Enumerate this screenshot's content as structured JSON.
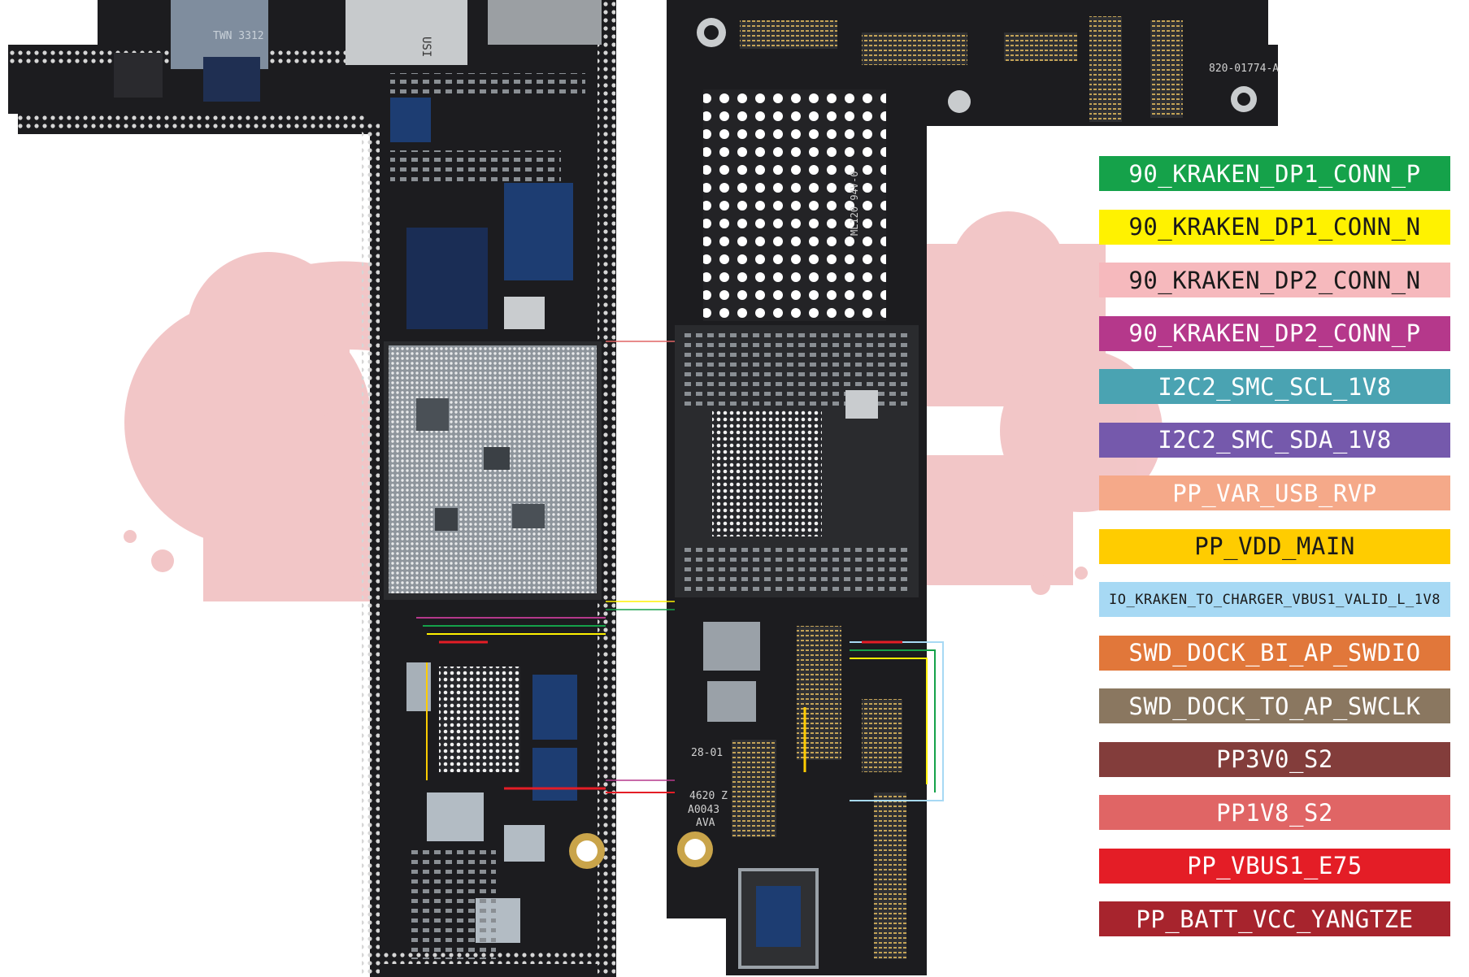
{
  "colors": {
    "background": "#ffffff",
    "watermark": "#f2c3c5",
    "board": "#1c1c1f",
    "via": "#d9d9d9",
    "chip_silver": "#9aa1a8",
    "chip_blue": "#1d3d72",
    "gold": "#c9a44a",
    "trace_yellow": "#f4e600",
    "trace_green": "#1aa54a"
  },
  "board_markings": {
    "left_chip_code": "TWN 3312",
    "left_shield": "USI",
    "board_number": "820-01774-A",
    "ul_mark": "ML120 94V-0",
    "date_code": "28-01",
    "lot_line1": "4620 Z",
    "lot_line2": "A0043",
    "lot_line3": "AVA"
  },
  "legend": [
    {
      "label": "90_KRAKEN_DP1_CONN_P",
      "bg": "#15a24a",
      "fg": "#ffffff"
    },
    {
      "label": "90_KRAKEN_DP1_CONN_N",
      "bg": "#fff200",
      "fg": "#1a1a1a"
    },
    {
      "label": "90_KRAKEN_DP2_CONN_N",
      "bg": "#f6b9bd",
      "fg": "#1a1a1a"
    },
    {
      "label": "90_KRAKEN_DP2_CONN_P",
      "bg": "#b5388b",
      "fg": "#ffffff"
    },
    {
      "label": "I2C2_SMC_SCL_1V8",
      "bg": "#4aa3b2",
      "fg": "#ffffff"
    },
    {
      "label": "I2C2_SMC_SDA_1V8",
      "bg": "#7559ac",
      "fg": "#ffffff"
    },
    {
      "label": "PP_VAR_USB_RVP",
      "bg": "#f5a989",
      "fg": "#ffffff"
    },
    {
      "label": "PP_VDD_MAIN",
      "bg": "#ffcc00",
      "fg": "#1a1a1a"
    },
    {
      "label": "IO_KRAKEN_TO_CHARGER_VBUS1_VALID_L_1V8",
      "bg": "#a7d9f4",
      "fg": "#1a1a1a",
      "small": true
    },
    {
      "label": "SWD_DOCK_BI_AP_SWDIO",
      "bg": "#e1773a",
      "fg": "#ffffff"
    },
    {
      "label": "SWD_DOCK_TO_AP_SWCLK",
      "bg": "#8a7760",
      "fg": "#ffffff"
    },
    {
      "label": "PP3V0_S2",
      "bg": "#833d3b",
      "fg": "#ffffff"
    },
    {
      "label": "PP1V8_S2",
      "bg": "#e06565",
      "fg": "#ffffff"
    },
    {
      "label": "PP_VBUS1_E75",
      "bg": "#e41d26",
      "fg": "#ffffff"
    },
    {
      "label": "PP_BATT_VCC_YANGTZE",
      "bg": "#a7242d",
      "fg": "#ffffff"
    }
  ]
}
